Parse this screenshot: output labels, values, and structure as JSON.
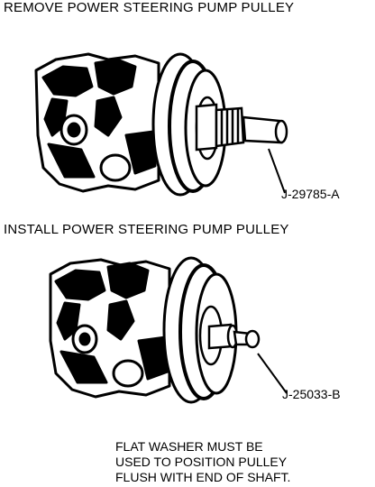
{
  "diagram": {
    "remove_title": "REMOVE POWER STEERING PUMP PULLEY",
    "install_title": "INSTALL POWER STEERING PUMP PULLEY",
    "remove_tool_label": "J-29785-A",
    "install_tool_label": "J-25033-B",
    "note_lines": [
      "FLAT WASHER MUST BE",
      "USED TO POSITION PULLEY",
      "FLUSH WITH END OF SHAFT."
    ]
  }
}
